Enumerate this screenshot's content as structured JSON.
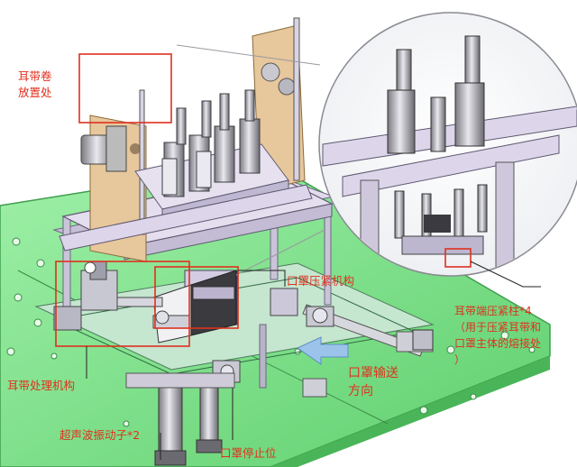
{
  "labels": {
    "ear_band_storage": "耳带卷\n放置处",
    "mask_press": "口罩压紧机构",
    "ear_band_press_pillar": "耳带端压紧柱*4\n（用于压紧耳带和\n口罩主体的熔接处\n）",
    "ear_band_mechanism": "耳带处理机构",
    "conveyor_direction": "口罩输送\n方向",
    "ultrasonic_horn": "超声波振动子*2",
    "mask_stop": "口罩停止位"
  },
  "colors": {
    "accent": "#e0301e",
    "base_plate": "#7ee08a",
    "machine_frame": "#d8d0e8",
    "wood_panel": "#e7c79c",
    "arrow": "#9cc4ea"
  }
}
